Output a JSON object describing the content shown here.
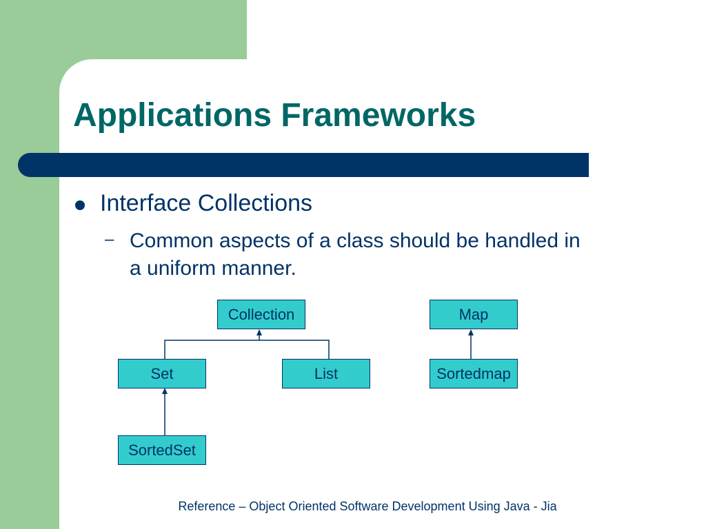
{
  "slide": {
    "title": "Applications Frameworks",
    "bullets": [
      {
        "text": "Interface Collections",
        "sub": {
          "marker": "–",
          "lines": [
            "Common aspects of a class should be handled in",
            "a uniform manner."
          ]
        }
      }
    ],
    "footer": "Reference – Object Oriented Software Development Using Java - Jia"
  },
  "diagram": {
    "nodes": {
      "collection": "Collection",
      "map": "Map",
      "set": "Set",
      "list": "List",
      "sortedmap": "Sortedmap",
      "sortedset": "SortedSet"
    },
    "edges": [
      {
        "from": "set",
        "to": "collection"
      },
      {
        "from": "list",
        "to": "collection"
      },
      {
        "from": "sortedset",
        "to": "set"
      },
      {
        "from": "sortedmap",
        "to": "map"
      }
    ]
  },
  "colors": {
    "title": "#006666",
    "text": "#003366",
    "bar": "#003366",
    "accent": "#99cc99",
    "node_fill": "#33cccc"
  }
}
